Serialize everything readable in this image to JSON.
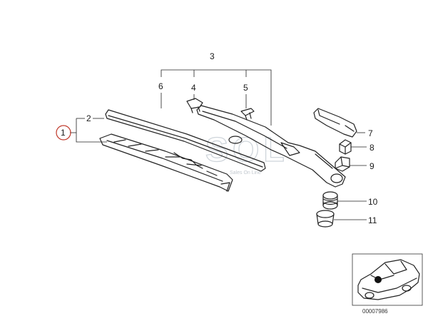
{
  "callouts": {
    "c1": "1",
    "c2": "2",
    "c3": "3",
    "c4": "4",
    "c5": "5",
    "c6": "6",
    "c7": "7",
    "c8": "8",
    "c9": "9",
    "c10": "10",
    "c11": "11"
  },
  "watermark": {
    "logo": "SOL",
    "tagline": "Sales On Line"
  },
  "reference_number": "00007986",
  "colors": {
    "line": "#222222",
    "callout_circle": "#c0392b",
    "watermark": "#cfd5db"
  }
}
